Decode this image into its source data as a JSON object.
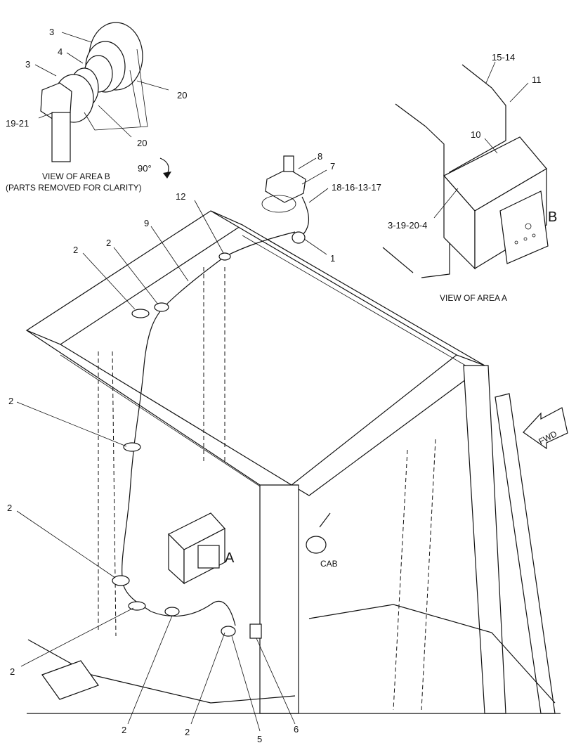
{
  "labels": {
    "l3a": "3",
    "l4": "4",
    "l3b": "3",
    "l19_21": "19-21",
    "l20a": "20",
    "l20b": "20",
    "l8": "8",
    "l7": "7",
    "l18": "18-16-13-17",
    "l12": "12",
    "l9": "9",
    "l1": "1",
    "l15_14": "15-14",
    "l11": "11",
    "l10": "10",
    "l3_19": "3-19-20-4",
    "l2_a": "2",
    "l2_b": "2",
    "l2_c": "2",
    "l2_d": "2",
    "l2_e": "2",
    "l2_f": "2",
    "l2_g": "2",
    "l5": "5",
    "l6": "6"
  },
  "captions": {
    "view_b_line1": "VIEW OF AREA  B",
    "view_b_line2": "(PARTS REMOVED FOR CLARITY)",
    "view_a": "VIEW OF AREA  A",
    "rotation": "90°"
  },
  "markers": {
    "area_a": "A",
    "area_b": "B",
    "cab": "CAB",
    "fwd": "FWD"
  }
}
